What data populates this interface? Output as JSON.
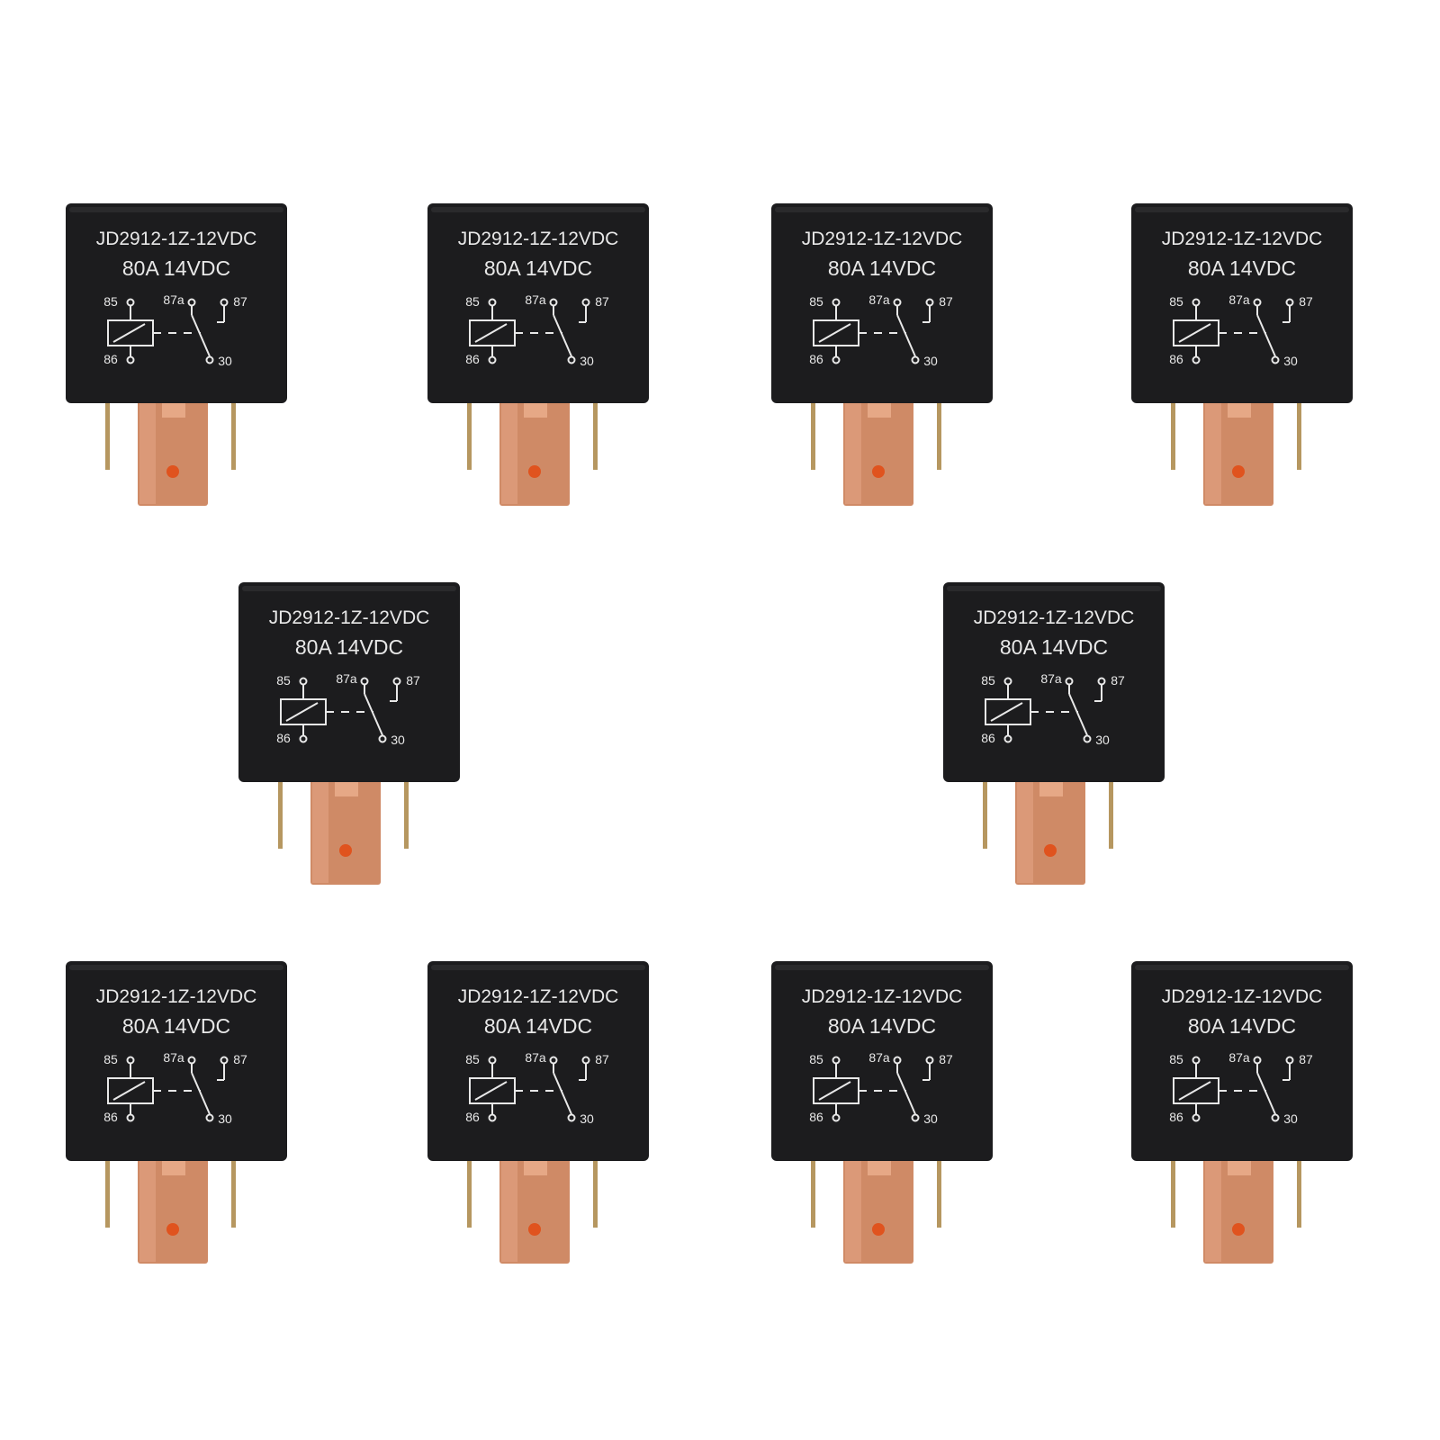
{
  "relay_labels": {
    "model": "JD2912-1Z-12VDC",
    "rating": "80A  14VDC",
    "pin_85": "85",
    "pin_86": "86",
    "pin_87a": "87a",
    "pin_87": "87",
    "pin_30": "30"
  },
  "relay_count": 10,
  "colors": {
    "body": "#1c1c1e",
    "label_text": "#e8e8e8",
    "copper_terminal": "#cf8a66",
    "brass_pin": "#b69760",
    "background": "#ffffff"
  }
}
